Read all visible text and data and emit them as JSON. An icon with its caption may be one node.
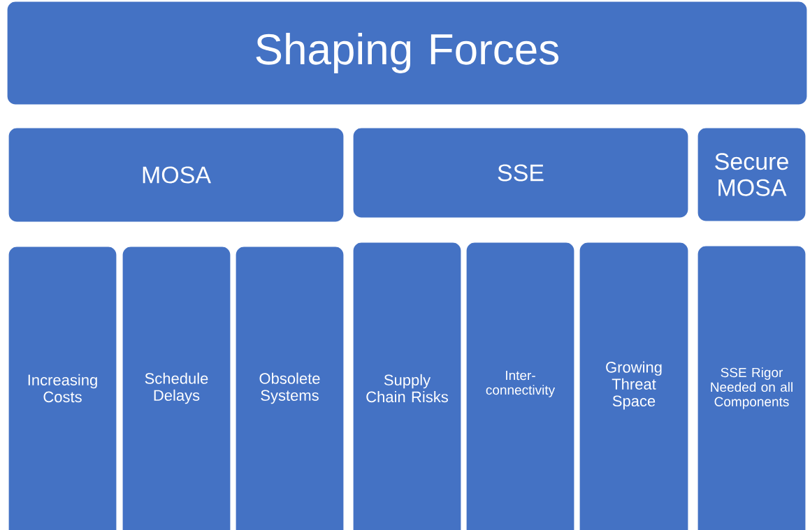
{
  "diagram": {
    "nodes": [
      {
        "text": [
          "Shaping Forces"
        ]
      },
      {
        "text": [
          "MOSA"
        ]
      },
      {
        "text": [
          "SSE"
        ]
      },
      {
        "text": [
          "Secure MOSA"
        ]
      },
      {
        "text": [
          "Increasing Costs"
        ]
      },
      {
        "text": [
          "Schedule Delays"
        ]
      },
      {
        "text": [
          "Obsolete Systems"
        ]
      },
      {
        "text": [
          "Supply Chain Risks"
        ]
      },
      {
        "text": [
          "Inter-connectivity"
        ]
      },
      {
        "text": [
          "Growing Threat Space"
        ]
      },
      {
        "text": [
          "SSE Rigor Needed on all Components"
        ]
      }
    ]
  }
}
